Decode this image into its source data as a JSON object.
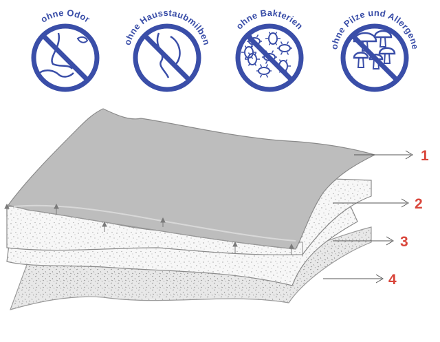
{
  "colors": {
    "badge_blue": "#3a4ea8",
    "number_red": "#d9453a",
    "top_sheet": "#bdbdbd",
    "layer_outline": "#8a8a8a"
  },
  "badges": [
    {
      "label": "ohne Odor",
      "icon": "nose-icon"
    },
    {
      "label": "ohne Hausstaubmilben",
      "icon": "face-profile-icon"
    },
    {
      "label": "ohne Bakterien",
      "icon": "bacteria-icon"
    },
    {
      "label": "ohne Pilze und Allergene",
      "icon": "mushroom-icon"
    }
  ],
  "layers": [
    {
      "number": "1"
    },
    {
      "number": "2"
    },
    {
      "number": "3"
    },
    {
      "number": "4"
    }
  ]
}
